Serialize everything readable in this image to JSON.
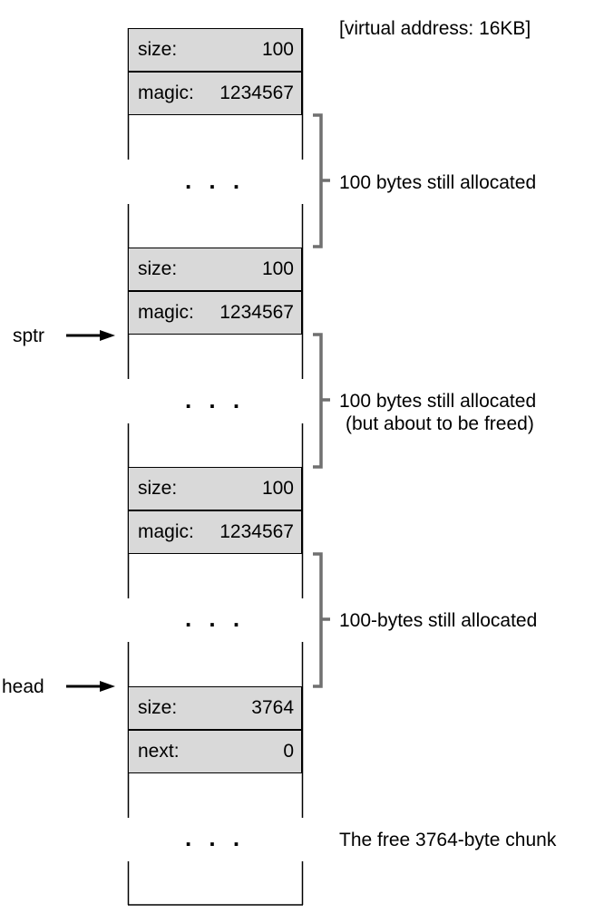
{
  "address_label": "[virtual address: 16KB]",
  "chunks": [
    {
      "header": [
        {
          "key": "size:",
          "value": "100"
        },
        {
          "key": "magic:",
          "value": "1234567"
        }
      ]
    },
    {
      "header": [
        {
          "key": "size:",
          "value": "100"
        },
        {
          "key": "magic:",
          "value": "1234567"
        }
      ]
    },
    {
      "header": [
        {
          "key": "size:",
          "value": "100"
        },
        {
          "key": "magic:",
          "value": "1234567"
        }
      ]
    },
    {
      "header": [
        {
          "key": "size:",
          "value": "3764"
        },
        {
          "key": "next:",
          "value": "0"
        }
      ]
    }
  ],
  "region_labels": {
    "r1": "100 bytes still allocated",
    "r2_line1": "100 bytes still allocated",
    "r2_line2": "(but about to be freed)",
    "r3": "100-bytes still allocated",
    "r4": "The free 3764-byte chunk"
  },
  "pointers": {
    "sptr": "sptr",
    "head": "head"
  },
  "ellipsis": ". . ."
}
